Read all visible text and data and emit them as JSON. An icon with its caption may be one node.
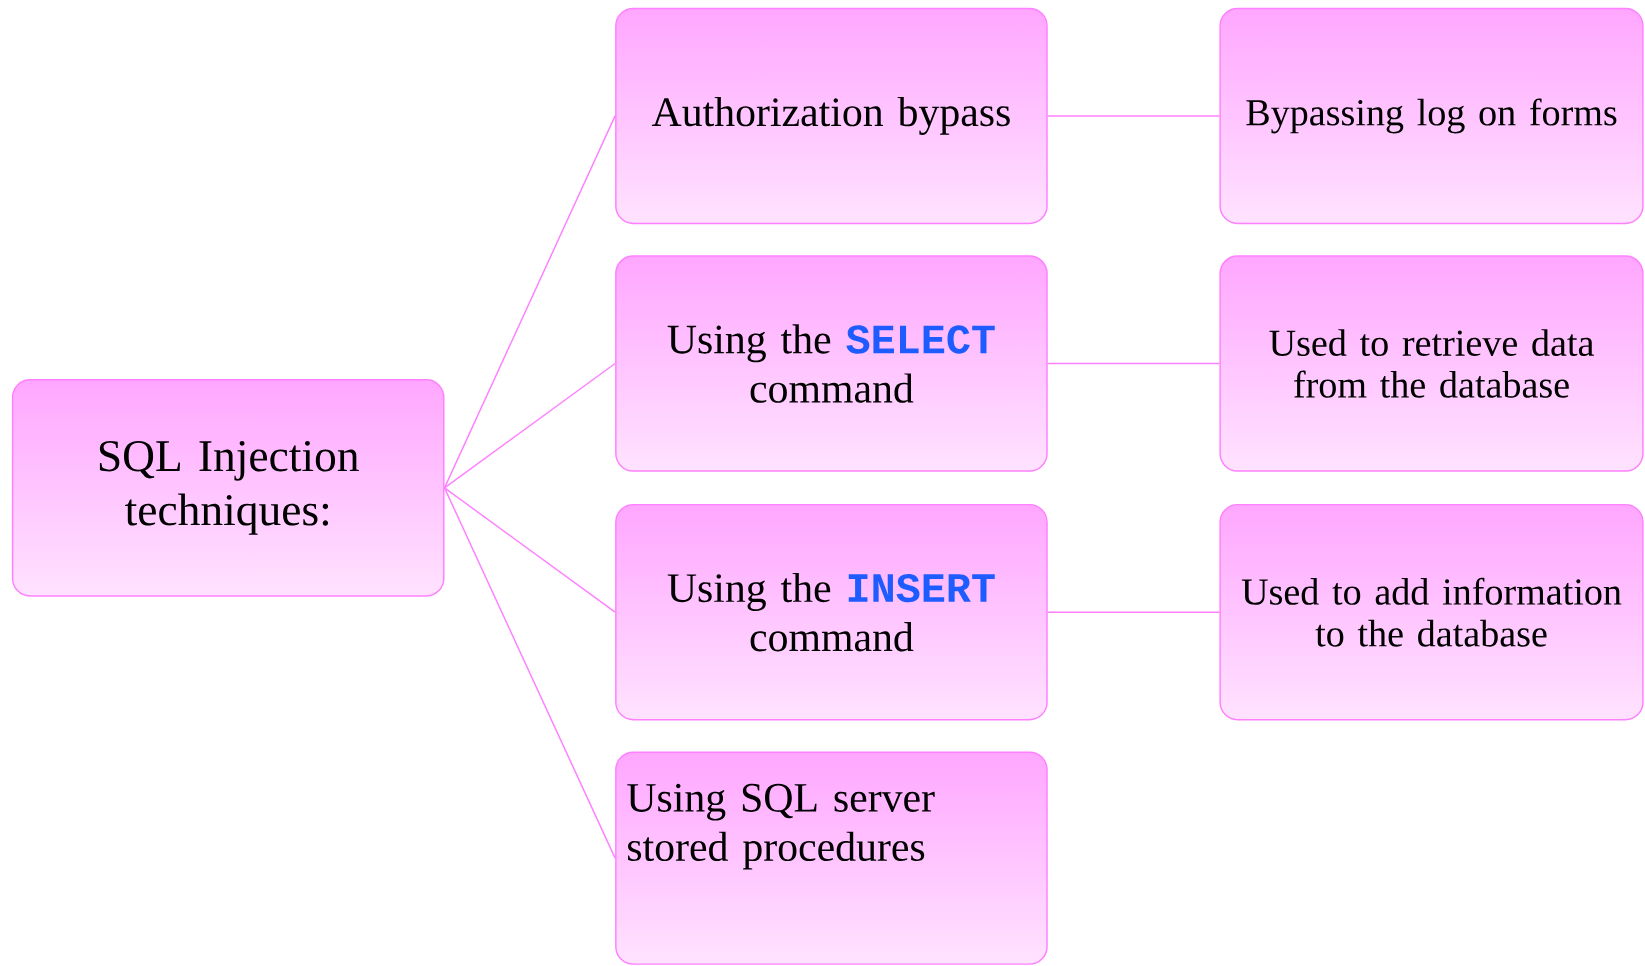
{
  "diagram": {
    "nodes": [
      {
        "text": [
          "SQL Injection techniques:"
        ]
      },
      {
        "text": [
          "Authorization bypass"
        ]
      },
      {
        "text": [
          "Using the",
          "SELECT",
          "command"
        ]
      },
      {
        "text": [
          "Using the",
          "INSERT",
          "command"
        ]
      },
      {
        "text": [
          "Using SQL server stored procedures"
        ]
      },
      {
        "text": [
          "Bypassing log on forms"
        ]
      },
      {
        "text": [
          "Used to retrieve data from the database"
        ]
      },
      {
        "text": [
          "Used to add information to the database"
        ]
      }
    ],
    "edges": [
      {
        "from": 0,
        "to": 1,
        "arrow": "none"
      },
      {
        "from": 0,
        "to": 2,
        "arrow": "none"
      },
      {
        "from": 0,
        "to": 3,
        "arrow": "none"
      },
      {
        "from": 0,
        "to": 4,
        "arrow": "none"
      },
      {
        "from": 1,
        "to": 5,
        "arrow": "none"
      },
      {
        "from": 2,
        "to": 6,
        "arrow": "none"
      },
      {
        "from": 3,
        "to": 7,
        "arrow": "none"
      }
    ]
  }
}
